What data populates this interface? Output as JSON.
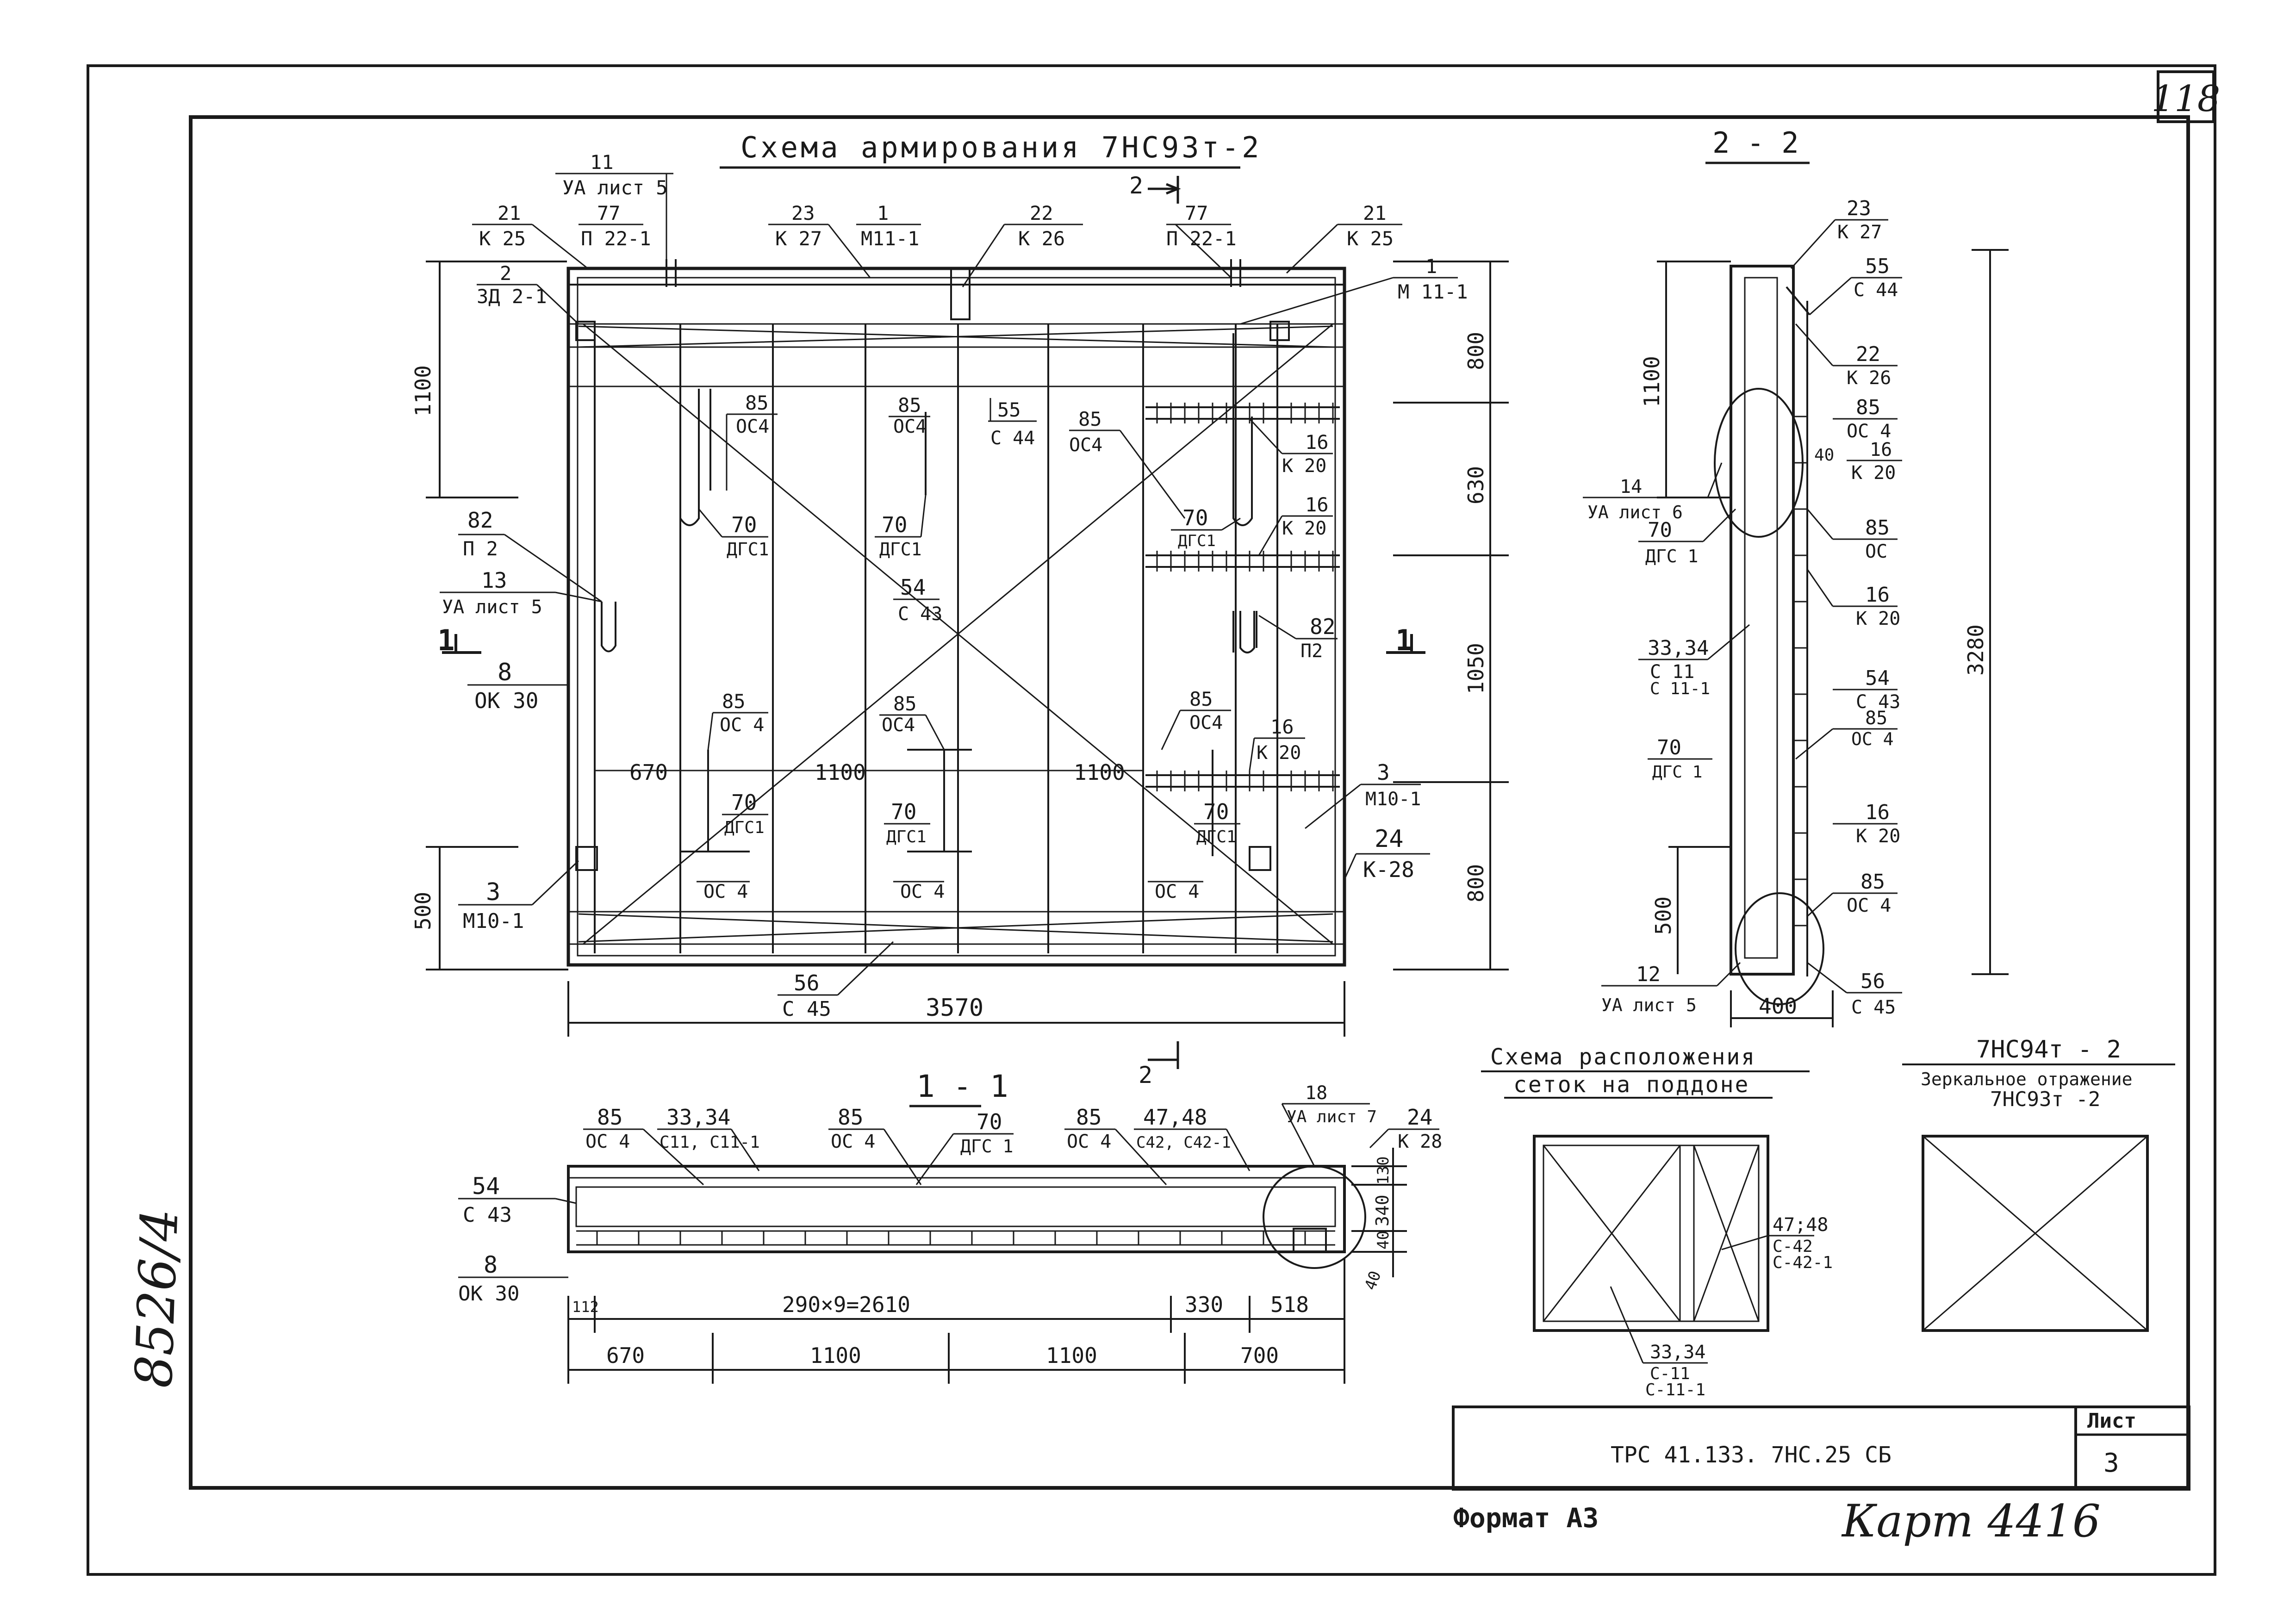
{
  "sheet": {
    "page_number": "118",
    "side_stamp": "8526/4",
    "format": "Формат А3",
    "kart": "Карт 4416",
    "title_block": {
      "designation": "ТРС 41.133. 7НС.25 СБ",
      "list_label": "Лист",
      "list_number": "3"
    }
  },
  "main_view": {
    "title": "Схема армирования 7НС93т-2",
    "section_arrow_top": "2",
    "section_arrow_bottom": "2",
    "section_left": "1",
    "section_right": "1",
    "dims": {
      "width": "3570",
      "left_1100": "1100",
      "left_500": "500",
      "right": [
        "800",
        "630",
        "1050",
        "800"
      ],
      "inner": [
        "670",
        "1100",
        "1100"
      ]
    },
    "callouts": [
      {
        "num": "11",
        "code": "УА лист 5"
      },
      {
        "num": "21",
        "code": "К 25"
      },
      {
        "num": "77",
        "code": "П 22-1"
      },
      {
        "num": "23",
        "code": "К 27"
      },
      {
        "num": "1",
        "code": "М11-1"
      },
      {
        "num": "22",
        "code": "К 26"
      },
      {
        "num": "77",
        "code": "П 22-1"
      },
      {
        "num": "21",
        "code": "К 25"
      },
      {
        "num": "2",
        "code": "ЗД 2-1"
      },
      {
        "num": "1",
        "code": "М 11-1"
      },
      {
        "num": "85",
        "code": "ОС4"
      },
      {
        "num": "85",
        "code": "ОС4"
      },
      {
        "num": "55",
        "code": "С 44"
      },
      {
        "num": "85",
        "code": "ОС4"
      },
      {
        "num": "16",
        "code": "К 20"
      },
      {
        "num": "16",
        "code": "К 20"
      },
      {
        "num": "82",
        "code": "П 2"
      },
      {
        "num": "70",
        "code": "ДГС1"
      },
      {
        "num": "70",
        "code": "ДГС1"
      },
      {
        "num": "70",
        "code": "ДГС1"
      },
      {
        "num": "13",
        "code": "УА лист 5"
      },
      {
        "num": "54",
        "code": "С 43"
      },
      {
        "num": "82",
        "code": "П2"
      },
      {
        "num": "8",
        "code": "ОК 30"
      },
      {
        "num": "85",
        "code": "ОС 4"
      },
      {
        "num": "85",
        "code": "ОС4"
      },
      {
        "num": "85",
        "code": "ОС4"
      },
      {
        "num": "16",
        "code": "К 20"
      },
      {
        "num": "3",
        "code": "М10-1"
      },
      {
        "num": "70",
        "code": "ДГС1"
      },
      {
        "num": "70",
        "code": "ДГС1"
      },
      {
        "num": "70",
        "code": "ДГС1"
      },
      {
        "num": "24",
        "code": "К-28"
      },
      {
        "num": "3",
        "code": "М10-1"
      },
      {
        "num": "56",
        "code": "С 45"
      }
    ],
    "bottom_labels": [
      "ОС 4",
      "ОС 4",
      "ОС 4"
    ]
  },
  "section_22": {
    "title": "2 - 2",
    "dims": {
      "d1100": "1100",
      "d500": "500",
      "total": "3280",
      "width": "400",
      "d40": "40"
    },
    "callouts": [
      {
        "num": "23",
        "code": "К 27"
      },
      {
        "num": "55",
        "code": "С 44"
      },
      {
        "num": "22",
        "code": "К 26"
      },
      {
        "num": "85",
        "code": "ОС 4"
      },
      {
        "num": "16",
        "code": "К 20"
      },
      {
        "num": "14",
        "code": "УА лист 6"
      },
      {
        "num": "70",
        "code": "ДГС 1"
      },
      {
        "num": "85",
        "code": "ОС"
      },
      {
        "num": "16",
        "code": "К 20"
      },
      {
        "num": "33,34",
        "code": "С 11",
        "code2": "С 11-1"
      },
      {
        "num": "54",
        "code": "С 43"
      },
      {
        "num": "85",
        "code": "ОС 4"
      },
      {
        "num": "70",
        "code": "ДГС 1"
      },
      {
        "num": "16",
        "code": "К 20"
      },
      {
        "num": "85",
        "code": "ОС 4"
      },
      {
        "num": "12",
        "code": "УА лист 5"
      },
      {
        "num": "56",
        "code": "С 45"
      }
    ]
  },
  "section_11": {
    "title": "1 - 1",
    "callouts": [
      {
        "num": "85",
        "code": "ОС 4"
      },
      {
        "num": "33,34",
        "code": "С11, С11-1"
      },
      {
        "num": "85",
        "code": "ОС 4"
      },
      {
        "num": "70",
        "code": "ДГС 1"
      },
      {
        "num": "85",
        "code": "ОС 4"
      },
      {
        "num": "47,48",
        "code": "С42, С42-1"
      },
      {
        "num": "18",
        "code": "УА лист 7"
      },
      {
        "num": "24",
        "code": "К 28"
      },
      {
        "num": "54",
        "code": "С 43"
      },
      {
        "num": "8",
        "code": "ОК 30"
      }
    ],
    "dims": {
      "d112": "112",
      "d2610": "290×9=2610",
      "d330": "330",
      "d518": "518",
      "bottom": [
        "670",
        "1100",
        "1100",
        "700"
      ],
      "right": [
        "130",
        "340",
        "40"
      ],
      "d40b": "40"
    }
  },
  "mesh_scheme": {
    "title_line1": "Схема расположения",
    "title_line2": "сеток на поддоне",
    "label1": {
      "num": "47;48",
      "code": "С-42",
      "code2": "С-42-1"
    },
    "label2": {
      "num": "33,34",
      "code": "С-11",
      "code2": "С-11-1"
    }
  },
  "mirror": {
    "title": "7НС94т - 2",
    "line2": "Зеркальное отражение",
    "line3": "7НС93т -2"
  }
}
